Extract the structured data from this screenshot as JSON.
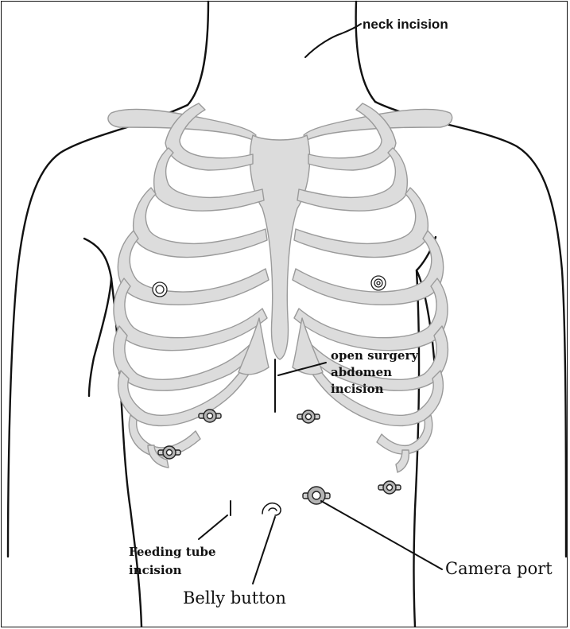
{
  "labels": {
    "neck_incision": "neck incision",
    "open_surgery": [
      "open surgery",
      "abdomen",
      "incision"
    ],
    "feeding_tube": [
      "Feeding tube",
      "incision"
    ],
    "camera_port": "Camera port",
    "belly_button": "Belly button"
  },
  "colors": {
    "outline": "#111111",
    "bone_fill": "#dcdcdc",
    "bone_stroke": "#9a9a9a",
    "port_fill": "#b4b4b4"
  }
}
